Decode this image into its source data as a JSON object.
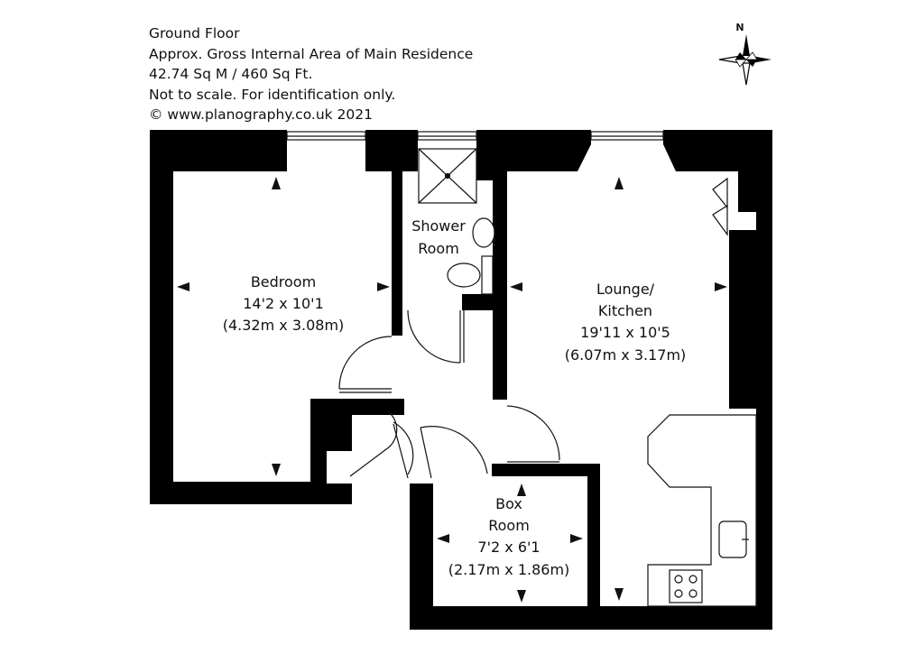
{
  "header": {
    "line1": "Ground Floor",
    "line2": "Approx. Gross Internal Area of Main Residence",
    "line3": "42.74 Sq M / 460 Sq Ft.",
    "line4": "Not to scale. For identification only.",
    "line5": "© www.planography.co.uk 2021"
  },
  "compass": {
    "north_label": "N",
    "icon": "compass-rose-icon"
  },
  "rooms": {
    "bedroom": {
      "name": "Bedroom",
      "imperial": "14'2 x 10'1",
      "metric": "(4.32m x 3.08m)"
    },
    "shower": {
      "name_line1": "Shower",
      "name_line2": "Room"
    },
    "lounge": {
      "name_line1": "Lounge/",
      "name_line2": "Kitchen",
      "imperial": "19'11 x 10'5",
      "metric": "(6.07m x 3.17m)"
    },
    "box": {
      "name_line1": "Box",
      "name_line2": "Room",
      "imperial": "7'2 x 6'1",
      "metric": "(2.17m x 1.86m)"
    }
  },
  "colors": {
    "wall": "#000000",
    "background": "#ffffff",
    "line": "#111111"
  }
}
